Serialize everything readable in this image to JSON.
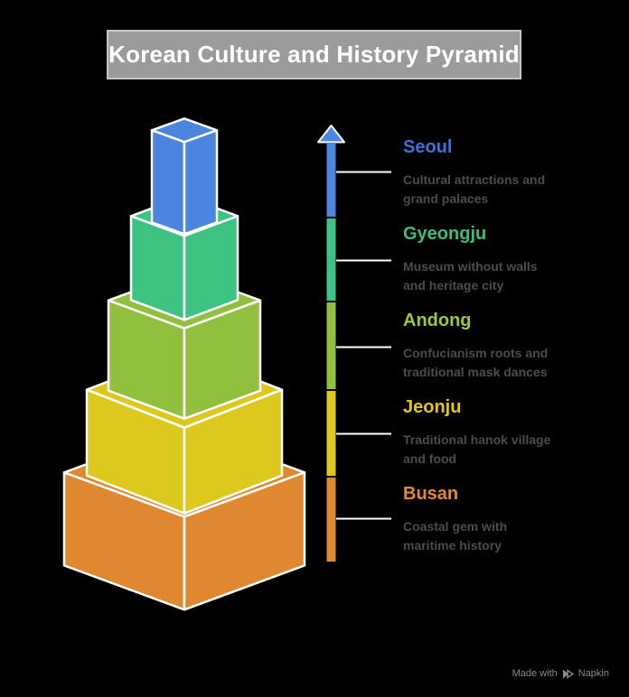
{
  "title": "Korean Culture and History Pyramid",
  "levels": [
    {
      "name": "Seoul",
      "lines": [
        "Cultural attractions and",
        "grand palaces"
      ],
      "box_color": "#4a85e0",
      "label_color": "#3e70d8"
    },
    {
      "name": "Gyeongju",
      "lines": [
        "Museum without walls",
        "and heritage city"
      ],
      "box_color": "#3ec282",
      "label_color": "#3bbd7d"
    },
    {
      "name": "Andong",
      "lines": [
        "Confucianism roots and",
        "traditional mask dances"
      ],
      "box_color": "#90c03e",
      "label_color": "#9fc936"
    },
    {
      "name": "Jeonju",
      "lines": [
        "Traditional hanok village",
        "and food"
      ],
      "box_color": "#ddc91e",
      "label_color": "#e5c713"
    },
    {
      "name": "Busan",
      "lines": [
        "Coastal gem with",
        "maritime history"
      ],
      "box_color": "#e0882f",
      "label_color": "#e08a33"
    }
  ],
  "colors": {
    "background": "#000000",
    "title_bg": "#9b9b9b",
    "title_border": "#c6c6c6",
    "outline": "#ffffff",
    "description_text": "#4c4c4c",
    "footer_text": "#8b8b8b"
  },
  "footer": {
    "made_with": "Made with",
    "brand": "Napkin"
  }
}
